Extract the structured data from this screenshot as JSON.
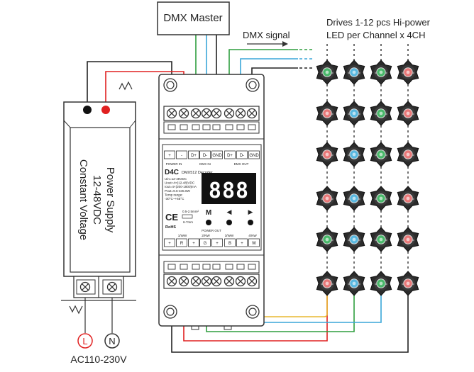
{
  "dmx_master": {
    "label": "DMX Master"
  },
  "dmx_signal": {
    "label": "DMX signal"
  },
  "drives": {
    "line1": "Drives  1-12 pcs Hi-power",
    "line2": "LED per Channel x 4CH"
  },
  "power_supply": {
    "line1": "Power Supply",
    "line2": "12-48VDC",
    "line3": "Constant Voltage"
  },
  "mains": {
    "label": "AC110-230V",
    "live": "L",
    "neutral": "N"
  },
  "decoder": {
    "model": "D4C",
    "name": "DMX512 Decoder",
    "display": "888",
    "power_in_label": "POWER IN",
    "dmx_in_label": "DMX IN",
    "dmx_out_label": "DMX OUT",
    "power_out_label": "POWER OUT",
    "top_terminals": [
      "+",
      "-",
      "D+",
      "D-",
      "GND",
      "D+",
      "D-",
      "GND"
    ],
    "bottom_terminals": [
      "+",
      "R",
      "+",
      "G",
      "+",
      "B",
      "+",
      "W"
    ],
    "channel_labels": [
      "1/WW",
      "2/NW",
      "3/WW",
      "4/NW"
    ],
    "specs": [
      "Uin=12-48VDC",
      "Uout=4×(12-48)VDC",
      "Iout=4×(200-1800)mA",
      "Pout=9.6-345.6W",
      "Temp range:",
      "-30°C~+65°C"
    ],
    "button_m": "M",
    "button_left": "◀",
    "button_right": "▶",
    "ce": "CE",
    "rohs": "RoHS",
    "wire_spec1": "0.5-2.5mm²",
    "wire_spec2": "6-7mm"
  },
  "colors": {
    "red_wire": "#e02020",
    "green_wire": "#2f9e3f",
    "blue_wire": "#3aa6d8",
    "yellow_wire": "#e8b830",
    "black_wire": "#222222",
    "led_red": "#e87878",
    "led_green": "#49b86a",
    "led_blue": "#59b8e0",
    "led_white": "#b8b8b8"
  }
}
